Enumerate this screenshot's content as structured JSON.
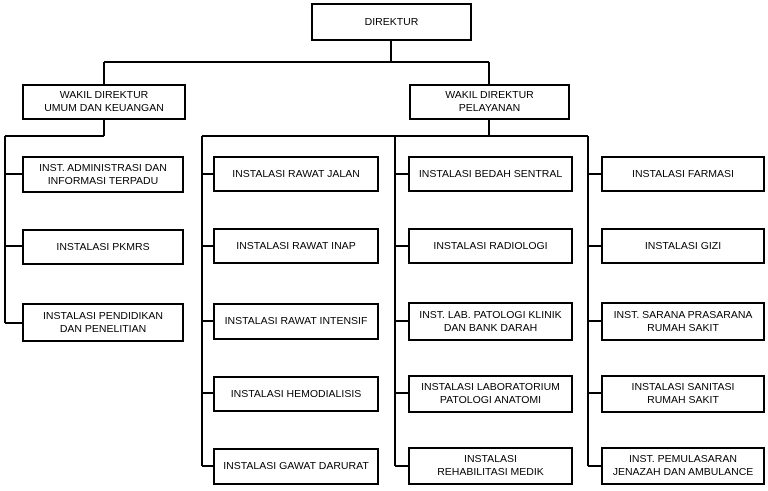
{
  "org_chart": {
    "root": {
      "label": "DIREKTUR"
    },
    "deputies": [
      {
        "label": "WAKIL DIREKTUR\nUMUM DAN KEUANGAN",
        "units": [
          {
            "label": "INST. ADMINISTRASI DAN\nINFORMASI TERPADU"
          },
          {
            "label": "INSTALASI PKMRS"
          },
          {
            "label": "INSTALASI PENDIDIKAN\nDAN PENELITIAN"
          }
        ]
      },
      {
        "label": "WAKIL DIREKTUR\nPELAYANAN",
        "columns": [
          {
            "units": [
              {
                "label": "INSTALASI RAWAT JALAN"
              },
              {
                "label": "INSTALASI RAWAT INAP"
              },
              {
                "label": "INSTALASI RAWAT INTENSIF"
              },
              {
                "label": "INSTALASI HEMODIALISIS"
              },
              {
                "label": "INSTALASI GAWAT DARURAT"
              }
            ]
          },
          {
            "units": [
              {
                "label": "INSTALASI BEDAH SENTRAL"
              },
              {
                "label": "INSTALASI RADIOLOGI"
              },
              {
                "label": "INST. LAB. PATOLOGI KLINIK\nDAN BANK DARAH"
              },
              {
                "label": "INSTALASI LABORATORIUM\nPATOLOGI ANATOMI"
              },
              {
                "label": "INSTALASI\nREHABILITASI MEDIK"
              }
            ]
          },
          {
            "units": [
              {
                "label": "INSTALASI FARMASI"
              },
              {
                "label": "INSTALASI GIZI"
              },
              {
                "label": "INST. SARANA PRASARANA\nRUMAH SAKIT"
              },
              {
                "label": "INSTALASI SANITASI\nRUMAH SAKIT"
              },
              {
                "label": "INST. PEMULASARAN\nJENAZAH DAN AMBULANCE"
              }
            ]
          }
        ]
      }
    ]
  }
}
